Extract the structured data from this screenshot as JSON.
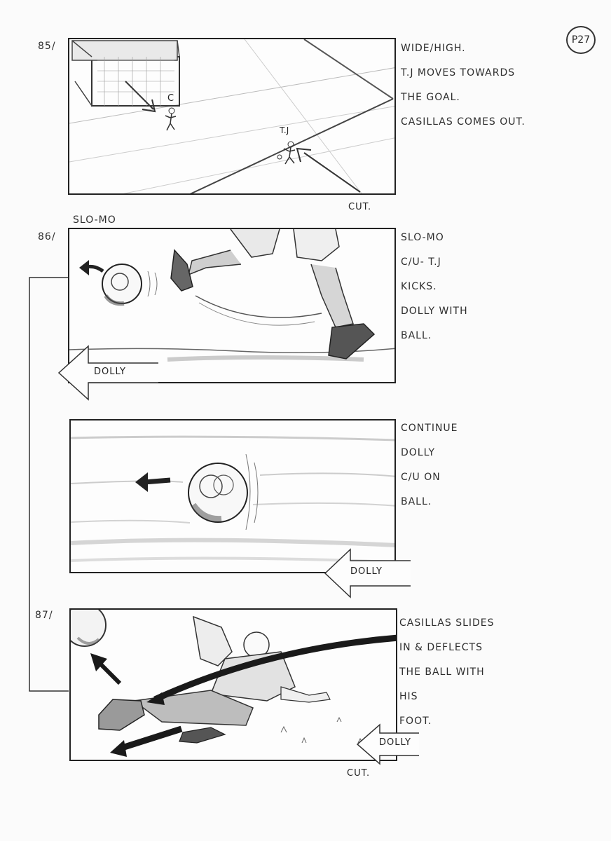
{
  "page_badge": "P27",
  "panels": [
    {
      "number": "85/",
      "notes": [
        "WIDE/HIGH.",
        "T.J MOVES TOWARDS",
        "THE GOAL.",
        "CASILLAS COMES OUT."
      ],
      "labels": {
        "keeper": "C",
        "player": "T.J"
      },
      "transition": "CUT."
    },
    {
      "number": "86/",
      "heading": "SLO-MO",
      "notes": [
        "SLO-MO",
        "C/U- T.J",
        "KICKS.",
        "DOLLY WITH",
        "BALL."
      ],
      "dolly": "DOLLY"
    },
    {
      "notes": [
        "CONTINUE",
        "DOLLY",
        "C/U ON",
        "BALL."
      ],
      "dolly": "DOLLY"
    },
    {
      "number": "87/",
      "notes": [
        "CASILLAS SLIDES",
        "IN & DEFLECTS",
        "THE BALL WITH",
        "HIS",
        "FOOT."
      ],
      "dolly": "DOLLY",
      "transition": "CUT."
    }
  ]
}
